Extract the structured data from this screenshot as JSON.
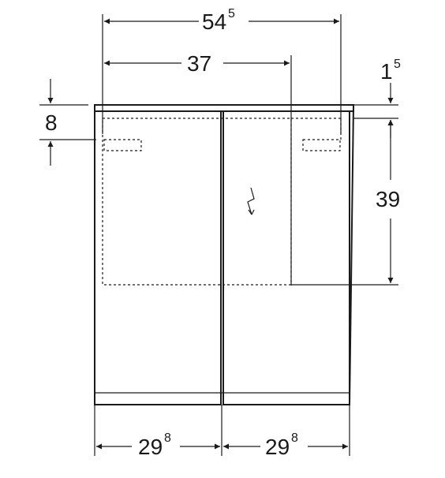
{
  "dimensions": {
    "total_width": {
      "main": "54",
      "sup": "5"
    },
    "shelf_width": {
      "main": "37"
    },
    "top_offset": {
      "main": "1",
      "sup": "5"
    },
    "handle_drop": {
      "main": "8"
    },
    "shelf_height": {
      "main": "39"
    },
    "door_left_width": {
      "main": "29",
      "sup": "8"
    },
    "door_right_width": {
      "main": "29",
      "sup": "8"
    }
  },
  "icons": {
    "electric": "electric-outlet-icon"
  }
}
